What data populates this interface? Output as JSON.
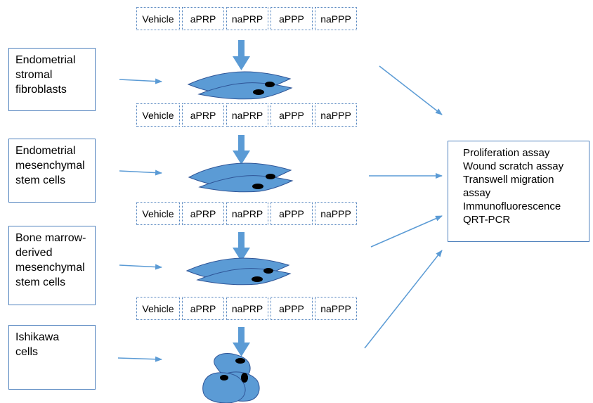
{
  "treatments": [
    "Vehicle",
    "aPRP",
    "naPRP",
    "aPPP",
    "naPPP"
  ],
  "cell_types": [
    {
      "lines": [
        "Endometrial",
        "stromal",
        "fibroblasts"
      ]
    },
    {
      "lines": [
        "Endometrial",
        "mesenchymal",
        "stem cells"
      ]
    },
    {
      "lines": [
        "Bone marrow-",
        "derived",
        "mesenchymal",
        "stem cells"
      ]
    },
    {
      "lines": [
        "Ishikawa",
        "cells"
      ]
    }
  ],
  "assays": [
    "Proliferation assay",
    "Wound scratch assay",
    "Transwell migration",
    "assay",
    "Immunofluorescence",
    "QRT-PCR"
  ],
  "colors": {
    "accent": "#4f81bd",
    "cell_fill": "#5b9bd5",
    "nucleus": "#000000"
  }
}
